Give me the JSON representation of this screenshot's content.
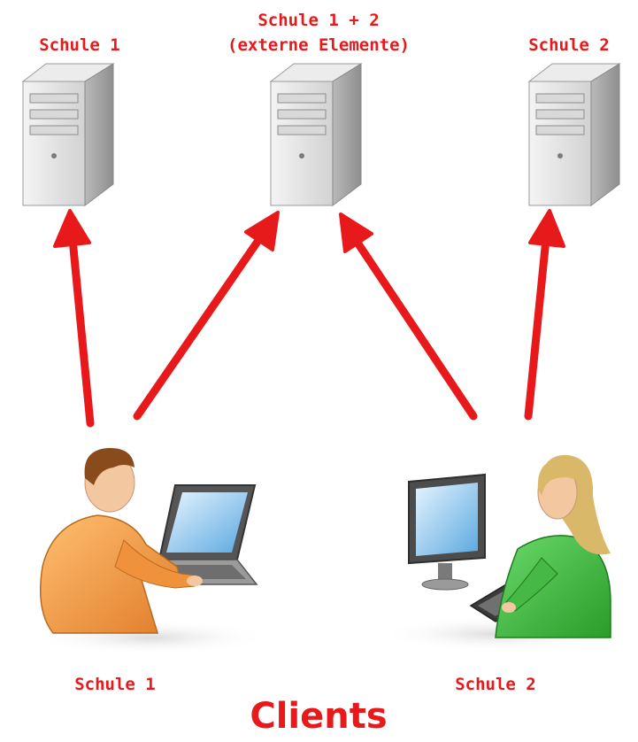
{
  "servers": {
    "left_label": "Schule 1",
    "middle_label_line1": "Schule 1 + 2",
    "middle_label_line2": "(externe Elemente)",
    "right_label": "Schule 2"
  },
  "clients": {
    "left_label": "Schule 1",
    "right_label": "Schule 2",
    "title": "Clients"
  },
  "icons": [
    "server-tower-icon",
    "user-with-laptop-icon",
    "user-with-desktop-icon"
  ],
  "colors": {
    "arrow": "#e8191b",
    "label": "#e8191b",
    "client_left_shirt": "#f7a24c",
    "client_right_shirt": "#3cbf3c"
  }
}
